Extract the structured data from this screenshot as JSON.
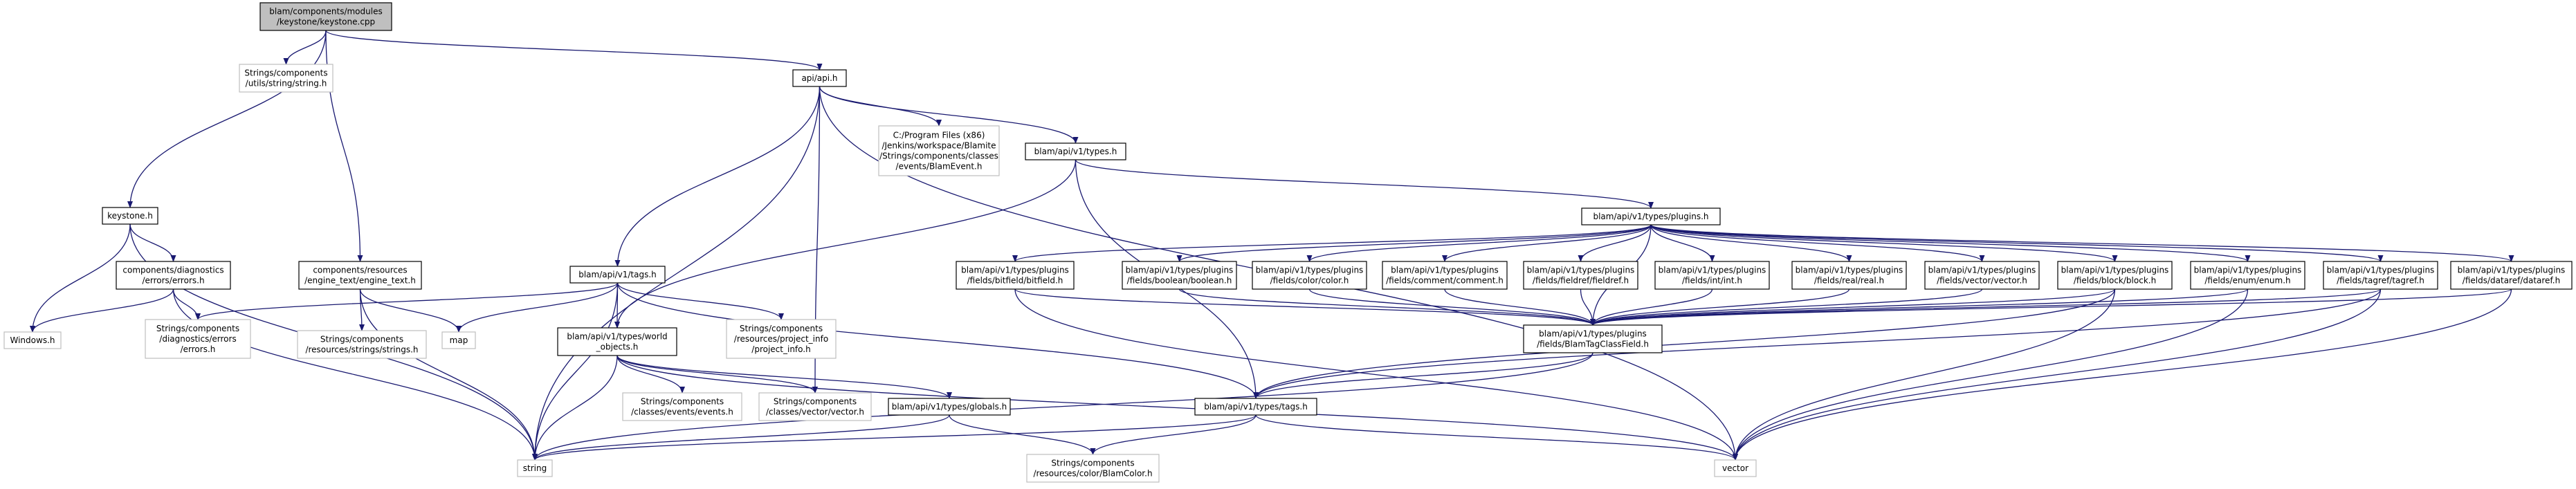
{
  "colors": {
    "edge": "#191970",
    "node_fill": "#ffffff",
    "node_border": "#000000",
    "missing_border": "#bfbfbf",
    "root_fill": "#bfbfbf"
  },
  "nodes": [
    {
      "id": "root",
      "lines": [
        "blam/components/modules",
        "/keystone/keystone.cpp"
      ],
      "kind": "root"
    },
    {
      "id": "string_h",
      "lines": [
        "Strings/components",
        "/utils/string/string.h"
      ],
      "kind": "missing"
    },
    {
      "id": "api_h",
      "lines": [
        "api/api.h"
      ],
      "kind": "normal"
    },
    {
      "id": "blam_event",
      "lines": [
        "C:/Program Files (x86)",
        "/Jenkins/workspace/Blamite",
        "/Strings/components/classes",
        "/events/BlamEvent.h"
      ],
      "kind": "missing"
    },
    {
      "id": "types_h",
      "lines": [
        "blam/api/v1/types.h"
      ],
      "kind": "normal"
    },
    {
      "id": "plugins_h",
      "lines": [
        "blam/api/v1/types/plugins.h"
      ],
      "kind": "normal"
    },
    {
      "id": "keystone_h",
      "lines": [
        "keystone.h"
      ],
      "kind": "normal"
    },
    {
      "id": "diag_errors",
      "lines": [
        "components/diagnostics",
        "/errors/errors.h"
      ],
      "kind": "normal"
    },
    {
      "id": "engine_text",
      "lines": [
        "components/resources",
        "/engine_text/engine_text.h"
      ],
      "kind": "normal"
    },
    {
      "id": "tags_h",
      "lines": [
        "blam/api/v1/tags.h"
      ],
      "kind": "normal"
    },
    {
      "id": "windows_h",
      "lines": [
        "Windows.h"
      ],
      "kind": "missing"
    },
    {
      "id": "str_diag_errors",
      "lines": [
        "Strings/components",
        "/diagnostics/errors",
        "/errors.h"
      ],
      "kind": "missing"
    },
    {
      "id": "str_strings",
      "lines": [
        "Strings/components",
        "/resources/strings/strings.h"
      ],
      "kind": "missing"
    },
    {
      "id": "map",
      "lines": [
        "map"
      ],
      "kind": "missing"
    },
    {
      "id": "world_objects",
      "lines": [
        "blam/api/v1/types/world",
        "_objects.h"
      ],
      "kind": "normal"
    },
    {
      "id": "project_info",
      "lines": [
        "Strings/components",
        "/resources/project_info",
        "/project_info.h"
      ],
      "kind": "missing"
    },
    {
      "id": "events_h",
      "lines": [
        "Strings/components",
        "/classes/events/events.h"
      ],
      "kind": "missing"
    },
    {
      "id": "vector_h",
      "lines": [
        "Strings/components",
        "/classes/vector/vector.h"
      ],
      "kind": "missing"
    },
    {
      "id": "globals_h",
      "lines": [
        "blam/api/v1/types/globals.h"
      ],
      "kind": "normal"
    },
    {
      "id": "string",
      "lines": [
        "string"
      ],
      "kind": "missing"
    },
    {
      "id": "vector",
      "lines": [
        "vector"
      ],
      "kind": "missing"
    },
    {
      "id": "blamcolor",
      "lines": [
        "Strings/components",
        "/resources/color/BlamColor.h"
      ],
      "kind": "missing"
    },
    {
      "id": "types_tags",
      "lines": [
        "blam/api/v1/types/tags.h"
      ],
      "kind": "normal"
    },
    {
      "id": "tagclassfield",
      "lines": [
        "blam/api/v1/types/plugins",
        "/fields/BlamTagClassField.h"
      ],
      "kind": "normal"
    },
    {
      "id": "f_bitfield",
      "lines": [
        "blam/api/v1/types/plugins",
        "/fields/bitfield/bitfield.h"
      ],
      "kind": "normal"
    },
    {
      "id": "f_boolean",
      "lines": [
        "blam/api/v1/types/plugins",
        "/fields/boolean/boolean.h"
      ],
      "kind": "normal"
    },
    {
      "id": "f_color",
      "lines": [
        "blam/api/v1/types/plugins",
        "/fields/color/color.h"
      ],
      "kind": "normal"
    },
    {
      "id": "f_comment",
      "lines": [
        "blam/api/v1/types/plugins",
        "/fields/comment/comment.h"
      ],
      "kind": "normal"
    },
    {
      "id": "f_fieldref",
      "lines": [
        "blam/api/v1/types/plugins",
        "/fields/fieldref/fieldref.h"
      ],
      "kind": "normal"
    },
    {
      "id": "f_int",
      "lines": [
        "blam/api/v1/types/plugins",
        "/fields/int/int.h"
      ],
      "kind": "normal"
    },
    {
      "id": "f_real",
      "lines": [
        "blam/api/v1/types/plugins",
        "/fields/real/real.h"
      ],
      "kind": "normal"
    },
    {
      "id": "f_vector",
      "lines": [
        "blam/api/v1/types/plugins",
        "/fields/vector/vector.h"
      ],
      "kind": "normal"
    },
    {
      "id": "f_block",
      "lines": [
        "blam/api/v1/types/plugins",
        "/fields/block/block.h"
      ],
      "kind": "normal"
    },
    {
      "id": "f_enum",
      "lines": [
        "blam/api/v1/types/plugins",
        "/fields/enum/enum.h"
      ],
      "kind": "normal"
    },
    {
      "id": "f_tagref",
      "lines": [
        "blam/api/v1/types/plugins",
        "/fields/tagref/tagref.h"
      ],
      "kind": "normal"
    },
    {
      "id": "f_dataref",
      "lines": [
        "blam/api/v1/types/plugins",
        "/fields/dataref/dataref.h"
      ],
      "kind": "normal"
    }
  ],
  "edges": [
    [
      "root",
      "string_h"
    ],
    [
      "root",
      "api_h"
    ],
    [
      "root",
      "keystone_h"
    ],
    [
      "root",
      "engine_text"
    ],
    [
      "api_h",
      "blam_event"
    ],
    [
      "api_h",
      "types_h"
    ],
    [
      "api_h",
      "tags_h"
    ],
    [
      "api_h",
      "string"
    ],
    [
      "api_h",
      "vector"
    ],
    [
      "api_h",
      "vector_h"
    ],
    [
      "types_h",
      "plugins_h"
    ],
    [
      "types_h",
      "world_objects"
    ],
    [
      "types_h",
      "types_tags"
    ],
    [
      "keystone_h",
      "diag_errors"
    ],
    [
      "keystone_h",
      "windows_h"
    ],
    [
      "keystone_h",
      "string"
    ],
    [
      "diag_errors",
      "windows_h"
    ],
    [
      "diag_errors",
      "str_diag_errors"
    ],
    [
      "diag_errors",
      "string"
    ],
    [
      "engine_text",
      "str_strings"
    ],
    [
      "engine_text",
      "map"
    ],
    [
      "engine_text",
      "string"
    ],
    [
      "tags_h",
      "str_diag_errors"
    ],
    [
      "tags_h",
      "map"
    ],
    [
      "tags_h",
      "world_objects"
    ],
    [
      "tags_h",
      "project_info"
    ],
    [
      "tags_h",
      "string"
    ],
    [
      "tags_h",
      "types_tags"
    ],
    [
      "world_objects",
      "events_h"
    ],
    [
      "world_objects",
      "vector_h"
    ],
    [
      "world_objects",
      "globals_h"
    ],
    [
      "world_objects",
      "string"
    ],
    [
      "world_objects",
      "vector"
    ],
    [
      "globals_h",
      "blamcolor"
    ],
    [
      "globals_h",
      "string"
    ],
    [
      "types_tags",
      "string"
    ],
    [
      "types_tags",
      "vector"
    ],
    [
      "types_tags",
      "blamcolor"
    ],
    [
      "tagclassfield",
      "types_tags"
    ],
    [
      "tagclassfield",
      "string"
    ],
    [
      "plugins_h",
      "tagclassfield"
    ],
    [
      "plugins_h",
      "f_bitfield"
    ],
    [
      "plugins_h",
      "f_boolean"
    ],
    [
      "plugins_h",
      "f_color"
    ],
    [
      "plugins_h",
      "f_comment"
    ],
    [
      "plugins_h",
      "f_fieldref"
    ],
    [
      "plugins_h",
      "f_int"
    ],
    [
      "plugins_h",
      "f_real"
    ],
    [
      "plugins_h",
      "f_vector"
    ],
    [
      "plugins_h",
      "f_block"
    ],
    [
      "plugins_h",
      "f_enum"
    ],
    [
      "plugins_h",
      "f_tagref"
    ],
    [
      "plugins_h",
      "f_dataref"
    ],
    [
      "f_bitfield",
      "tagclassfield"
    ],
    [
      "f_bitfield",
      "vector"
    ],
    [
      "f_boolean",
      "tagclassfield"
    ],
    [
      "f_color",
      "tagclassfield"
    ],
    [
      "f_comment",
      "tagclassfield"
    ],
    [
      "f_fieldref",
      "tagclassfield"
    ],
    [
      "f_int",
      "tagclassfield"
    ],
    [
      "f_real",
      "tagclassfield"
    ],
    [
      "f_vector",
      "tagclassfield"
    ],
    [
      "f_block",
      "tagclassfield"
    ],
    [
      "f_block",
      "types_tags"
    ],
    [
      "f_block",
      "vector"
    ],
    [
      "f_enum",
      "tagclassfield"
    ],
    [
      "f_enum",
      "vector"
    ],
    [
      "f_tagref",
      "tagclassfield"
    ],
    [
      "f_tagref",
      "types_tags"
    ],
    [
      "f_tagref",
      "vector"
    ],
    [
      "f_dataref",
      "tagclassfield"
    ],
    [
      "f_dataref",
      "vector"
    ]
  ]
}
